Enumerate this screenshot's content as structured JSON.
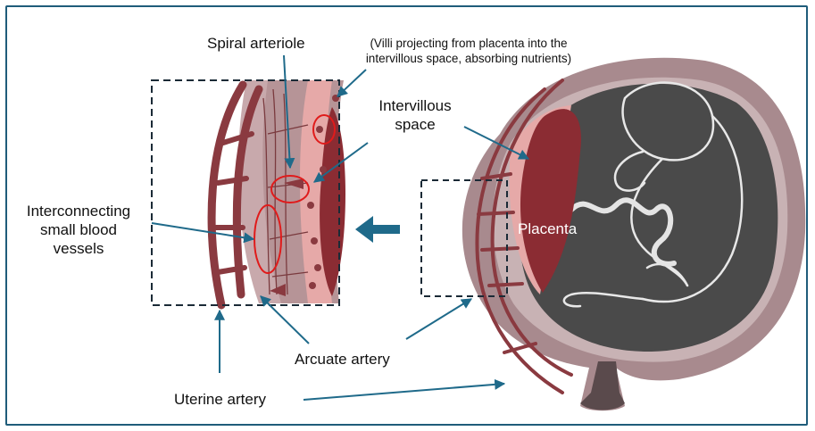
{
  "labels": {
    "spiral_arteriole": "Spiral arteriole",
    "villi_line1": "(Villi projecting from placenta into the",
    "villi_line2": "intervillous space, absorbing nutrients)",
    "intervillous_line1": "Intervillous",
    "intervillous_line2": "space",
    "interconnecting_line1": "Interconnecting",
    "interconnecting_line2": "small blood",
    "interconnecting_line3": "vessels",
    "placenta": "Placenta",
    "arcuate_artery": "Arcuate artery",
    "uterine_artery": "Uterine artery"
  },
  "colors": {
    "frame_border": "#1f5c7a",
    "arrow": "#1f6a8a",
    "uterus_wall": "#a98a8e",
    "artery": "#8a3a40",
    "placenta": "#8b2c33",
    "intervillous": "#e6a9a8",
    "fetus": "#4a4a4a",
    "highlight_circle": "#e01b1b"
  }
}
